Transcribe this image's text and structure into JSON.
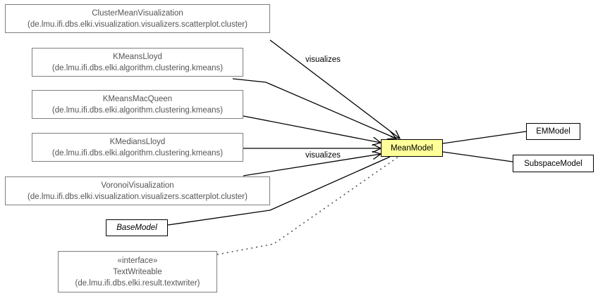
{
  "nodes": {
    "cluster_mean_vis": {
      "name": "ClusterMeanVisualization",
      "package": "(de.lmu.ifi.dbs.elki.visualization.visualizers.scatterplot.cluster)"
    },
    "kmeans_lloyd": {
      "name": "KMeansLloyd",
      "package": "(de.lmu.ifi.dbs.elki.algorithm.clustering.kmeans)"
    },
    "kmeans_macqueen": {
      "name": "KMeansMacQueen",
      "package": "(de.lmu.ifi.dbs.elki.algorithm.clustering.kmeans)"
    },
    "kmedians_lloyd": {
      "name": "KMediansLloyd",
      "package": "(de.lmu.ifi.dbs.elki.algorithm.clustering.kmeans)"
    },
    "voronoi_vis": {
      "name": "VoronoiVisualization",
      "package": "(de.lmu.ifi.dbs.elki.visualization.visualizers.scatterplot.cluster)"
    },
    "base_model": {
      "name": "BaseModel"
    },
    "text_writeable": {
      "stereotype": "«interface»",
      "name": "TextWriteable",
      "package": "(de.lmu.ifi.dbs.elki.result.textwriter)"
    },
    "mean_model": {
      "name": "MeanModel"
    },
    "em_model": {
      "name": "EMModel"
    },
    "subspace_model": {
      "name": "SubspaceModel"
    }
  },
  "edge_labels": {
    "visualizes_top": "visualizes",
    "visualizes_bottom": "visualizes"
  },
  "colors": {
    "focus_fill": "#ffff99",
    "edge": "#000000",
    "muted_border": "#7f7f7f",
    "muted_text": "#555555"
  }
}
